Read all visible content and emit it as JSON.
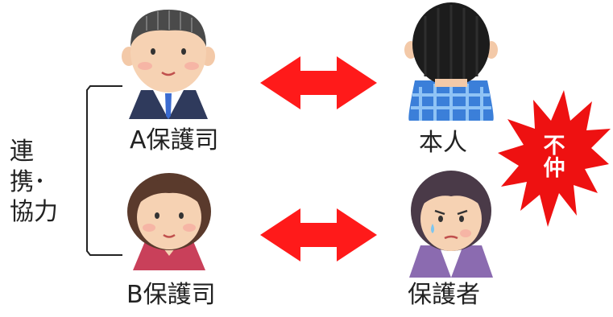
{
  "people": {
    "a_guardian": "A保護司",
    "b_guardian": "B保護司",
    "person": "本人",
    "guardian": "保護者"
  },
  "relation": {
    "cooperation_line1": "連携･",
    "cooperation_line2": "協力",
    "discord_line1": "不",
    "discord_line2": "仲"
  },
  "colors": {
    "arrow": "#ff1a1a",
    "burst": "#ee1111"
  }
}
